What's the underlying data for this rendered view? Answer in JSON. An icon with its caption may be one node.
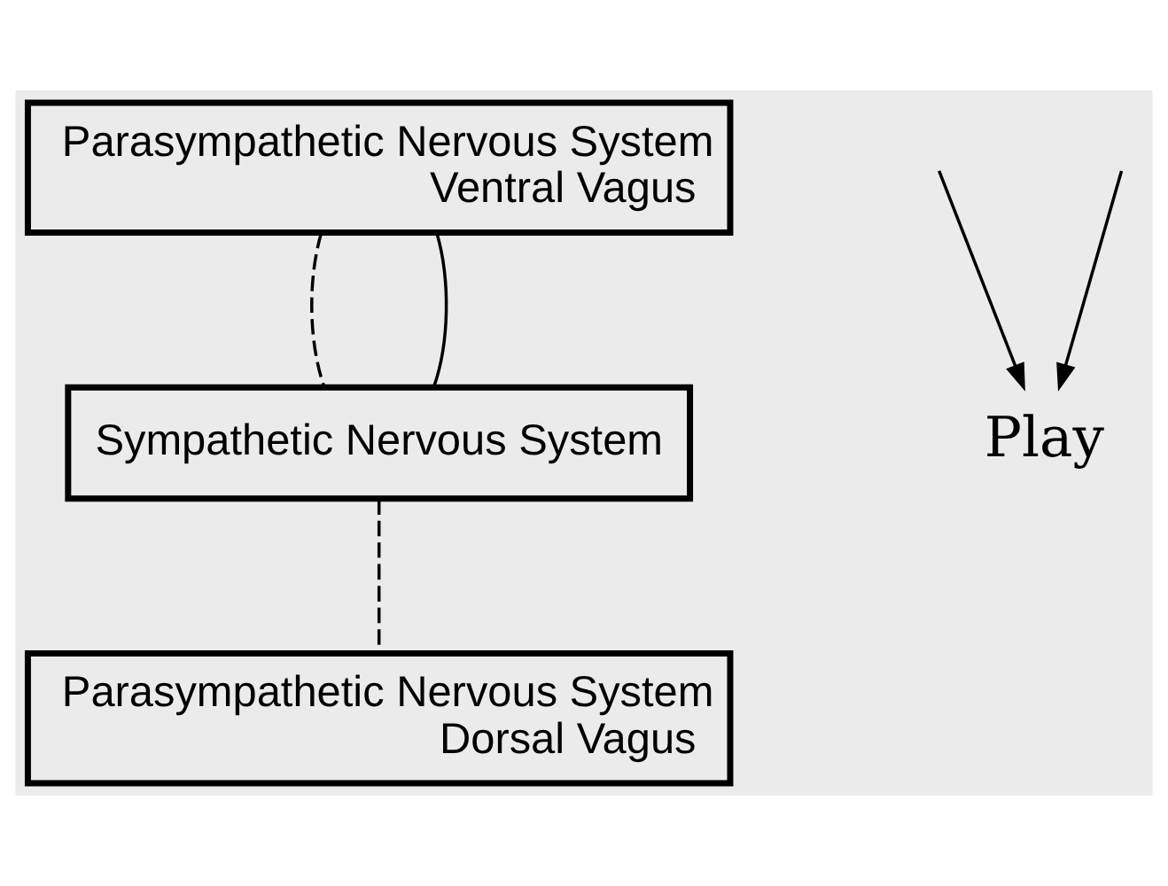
{
  "diagram": {
    "nodes": [
      {
        "text": [
          "Parasympathetic Nervous System",
          "Ventral Vagus"
        ]
      },
      {
        "text": [
          "Sympathetic Nervous System"
        ]
      },
      {
        "text": [
          "Parasympathetic Nervous System",
          "Dorsal Vagus"
        ]
      },
      {
        "text": [
          "Play"
        ]
      }
    ],
    "edges": [
      {
        "from": 0,
        "to": 1,
        "arrow": "none",
        "style": "dashed"
      },
      {
        "from": 1,
        "to": 2,
        "arrow": "none",
        "style": "dashed"
      },
      {
        "from": 0,
        "to": 1,
        "arrow": "none"
      },
      {
        "from": null,
        "to": 3,
        "arrow": "to"
      },
      {
        "from": null,
        "to": 3,
        "arrow": "to"
      }
    ]
  }
}
